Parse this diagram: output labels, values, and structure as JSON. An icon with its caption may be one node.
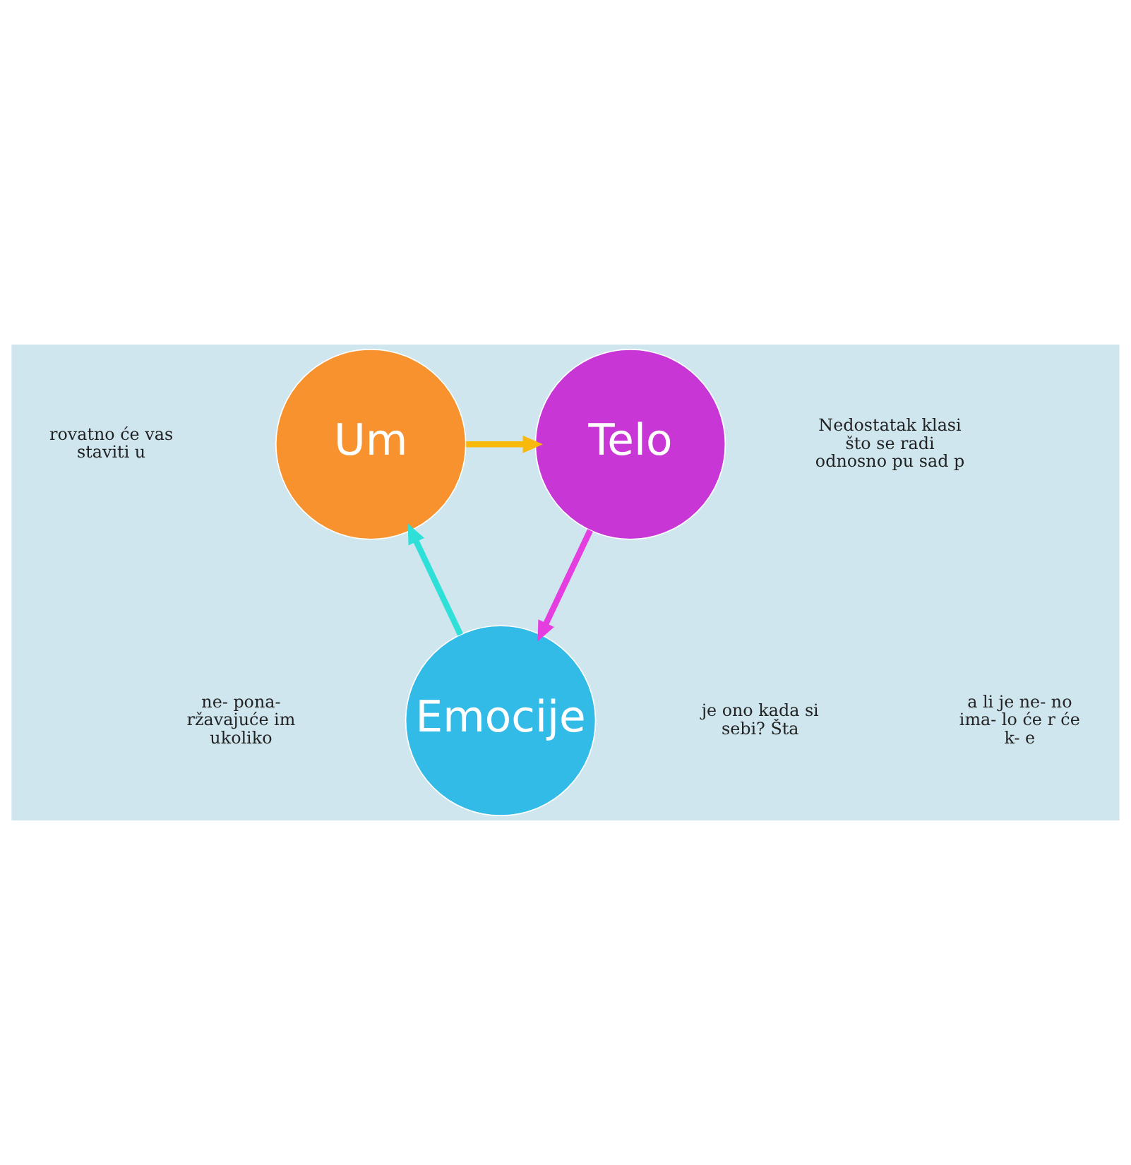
{
  "diagram": {
    "nodes": [
      {
        "text": [
          "Um"
        ]
      },
      {
        "text": [
          "Telo"
        ]
      },
      {
        "text": [
          "Emocije"
        ]
      }
    ],
    "edges": [
      {
        "from": 0,
        "to": 1,
        "arrow": "to",
        "color": "#f9b90c"
      },
      {
        "from": 1,
        "to": 2,
        "arrow": "to",
        "color": "#e53ee0"
      },
      {
        "from": 2,
        "to": 0,
        "arrow": "to",
        "color": "#2fe0d8"
      }
    ],
    "labels": [
      "rovatno će vas staviti u",
      "Nedostatak klasi što se radi odnosno pu sad p",
      "a li je ne- no ima- lo će r će k- e",
      "ne- pona- ržavajuće im ukoliko",
      "je ono kada si sebi? Šta"
    ]
  }
}
